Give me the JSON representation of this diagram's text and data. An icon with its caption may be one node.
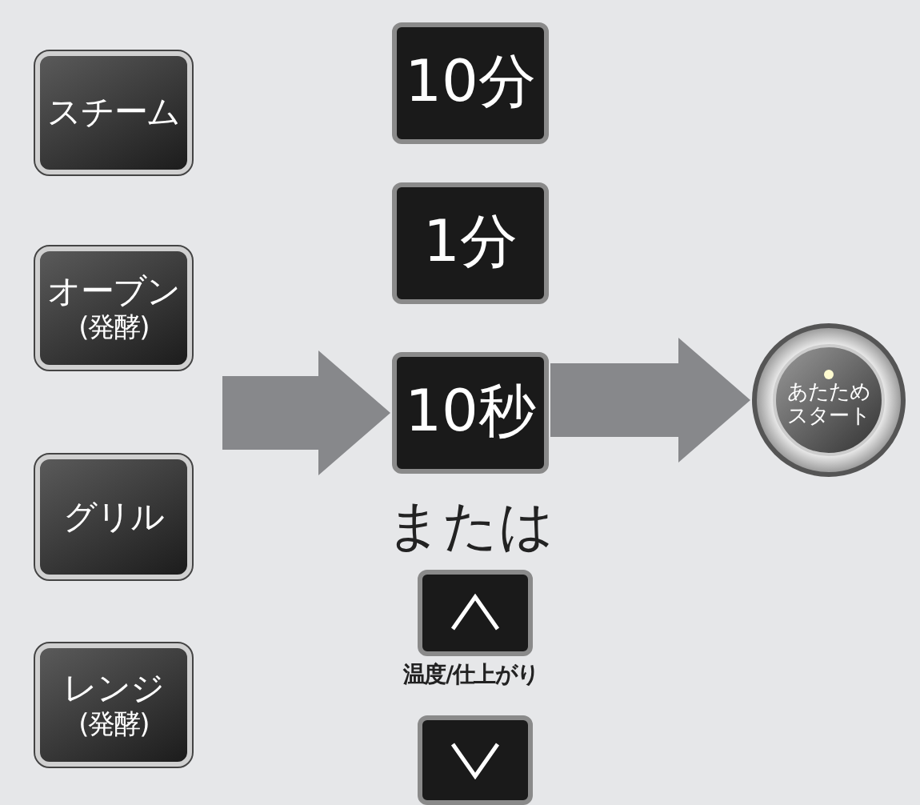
{
  "diagram": {
    "nodes": [
      {
        "text": [
          "スチーム"
        ]
      },
      {
        "text": [
          "オーブン",
          "(発酵)"
        ]
      },
      {
        "text": [
          "グリル"
        ]
      },
      {
        "text": [
          "レンジ",
          "(発酵)"
        ]
      },
      {
        "text": [
          "10分"
        ]
      },
      {
        "text": [
          "1分"
        ]
      },
      {
        "text": [
          "10秒"
        ]
      },
      {
        "text": [],
        "shape": "box"
      },
      {
        "text": [],
        "shape": "box"
      },
      {
        "text": [
          "あたためスタート"
        ]
      }
    ],
    "edges": [
      {
        "from": null,
        "to": 6,
        "arrow": "to"
      },
      {
        "from": 6,
        "to": 9,
        "arrow": "to"
      }
    ],
    "labels": [
      "または",
      "温度/仕上がり"
    ]
  }
}
